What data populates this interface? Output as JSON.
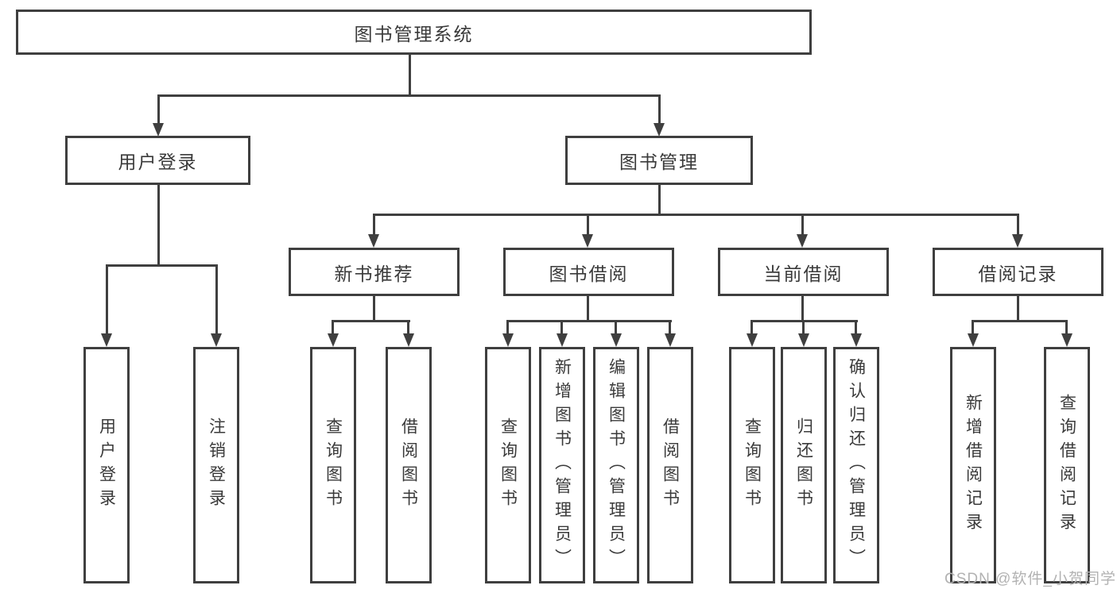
{
  "tree": {
    "label": "图书管理系统",
    "children": [
      {
        "label": "用户登录",
        "children": [
          {
            "label": "用户登录"
          },
          {
            "label": "注销登录"
          }
        ]
      },
      {
        "label": "图书管理",
        "children": [
          {
            "label": "新书推荐",
            "children": [
              {
                "label": "查询图书"
              },
              {
                "label": "借阅图书"
              }
            ]
          },
          {
            "label": "图书借阅",
            "children": [
              {
                "label": "查询图书"
              },
              {
                "label": "新增图书（管理员）"
              },
              {
                "label": "编辑图书（管理员）"
              },
              {
                "label": "借阅图书"
              }
            ]
          },
          {
            "label": "当前借阅",
            "children": [
              {
                "label": "查询图书"
              },
              {
                "label": "归还图书"
              },
              {
                "label": "确认归还（管理员）"
              }
            ]
          },
          {
            "label": "借阅记录",
            "children": [
              {
                "label": "新增借阅记录"
              },
              {
                "label": "查询借阅记录"
              }
            ]
          }
        ]
      }
    ]
  },
  "watermark": {
    "text": "CSDN @软件_小贺同学"
  },
  "colors": {
    "line": "#3f3f3f",
    "text": "#3a3a3a",
    "watermark": "#b2b2b2",
    "background": "#ffffff"
  }
}
